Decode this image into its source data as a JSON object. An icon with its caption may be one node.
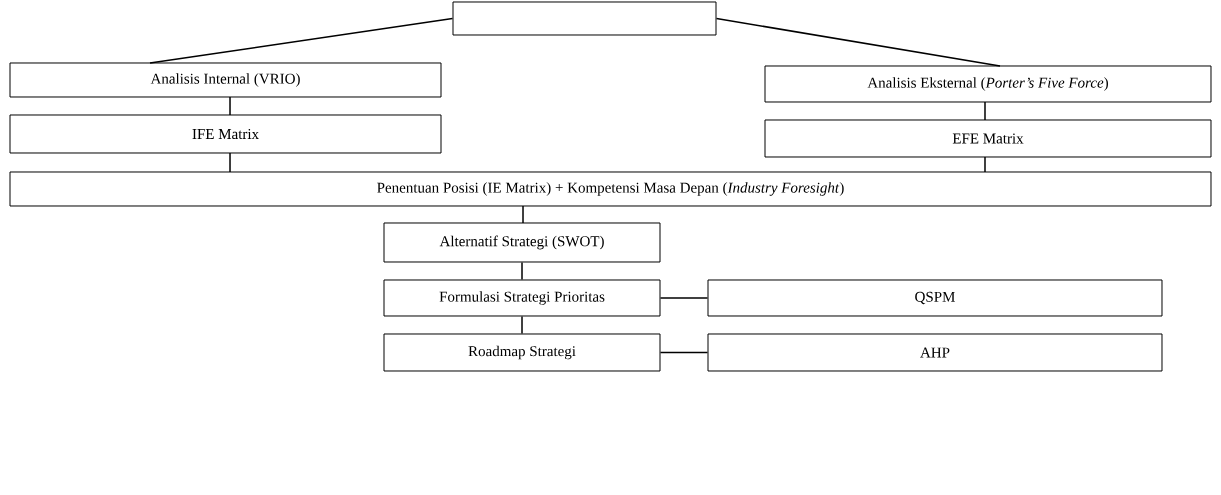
{
  "diagram": {
    "nodes": [
      {
        "text": [],
        "shape": "box"
      },
      {
        "text": [
          "Analisis Internal (VRIO)"
        ]
      },
      {
        "text": [
          "Analisis Eksternal (*Porter’s Five Force*)"
        ]
      },
      {
        "text": [
          "IFE Matrix"
        ]
      },
      {
        "text": [
          "EFE Matrix"
        ]
      },
      {
        "text": [
          "Penentuan Posisi (IE Matrix) + Kompetensi Masa Depan (*Industry Foresight*)"
        ]
      },
      {
        "text": [
          "Alternatif Strategi (SWOT)"
        ]
      },
      {
        "text": [
          "Formulasi Strategi Prioritas"
        ]
      },
      {
        "text": [
          "QSPM"
        ]
      },
      {
        "text": [
          "Roadmap Strategi"
        ]
      },
      {
        "text": [
          "AHP"
        ]
      }
    ],
    "edges": [
      {
        "from": 0,
        "to": 1,
        "arrow": "none"
      },
      {
        "from": 0,
        "to": 2,
        "arrow": "none"
      },
      {
        "from": 1,
        "to": 3,
        "arrow": "none"
      },
      {
        "from": 2,
        "to": 4,
        "arrow": "none"
      },
      {
        "from": 3,
        "to": 5,
        "arrow": "none"
      },
      {
        "from": 4,
        "to": 5,
        "arrow": "none"
      },
      {
        "from": 5,
        "to": 6,
        "arrow": "none"
      },
      {
        "from": 6,
        "to": 7,
        "arrow": "none"
      },
      {
        "from": 7,
        "to": 8,
        "arrow": "none"
      },
      {
        "from": 7,
        "to": 9,
        "arrow": "none"
      },
      {
        "from": 9,
        "to": 10,
        "arrow": "none"
      }
    ]
  }
}
